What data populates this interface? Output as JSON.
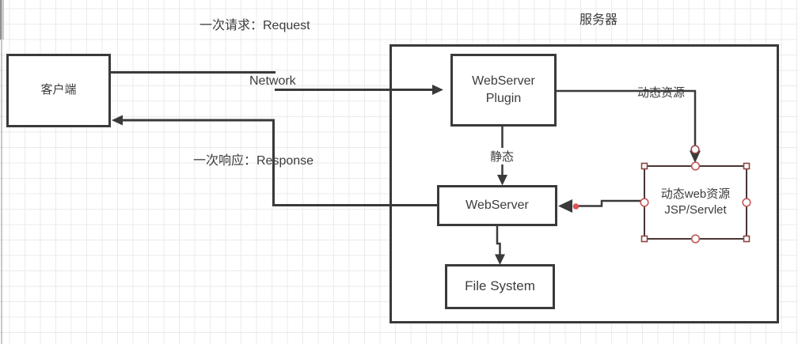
{
  "colors": {
    "line_color": "#3a3a3a",
    "text_color": "#3c3c3c",
    "selected_border": "#4a3434",
    "handle_square_stroke": "#8f4444",
    "handle_circle_stroke": "#c25858",
    "endpoint_stroke": "#9b4a47",
    "red_dot": "#e05252",
    "grid_line": "#ebebeb",
    "page_edge": "#9a9a9a"
  },
  "canvas_labels": {
    "request": "一次请求：Request",
    "network": "Network",
    "response": "一次响应：Response",
    "server": "服务器",
    "dynamic_resource": "动态资源",
    "static_label": "静态"
  },
  "shapes": {
    "client": {
      "label": "客户端"
    },
    "webserver_plugin": {
      "line1": "WebServer",
      "line2": "Plugin"
    },
    "webserver": {
      "label": "WebServer"
    },
    "file_system": {
      "label": "File System"
    },
    "dynamic_web_resource": {
      "line1": "动态web资源",
      "line2": "JSP/Servlet"
    }
  }
}
